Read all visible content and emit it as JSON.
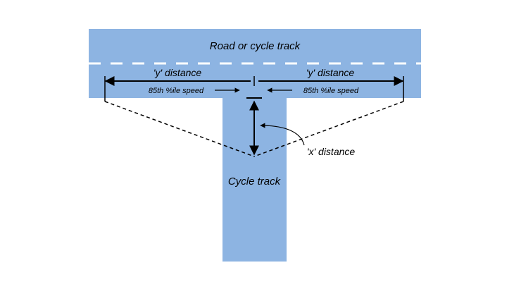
{
  "labels": {
    "road": "Road or cycle track",
    "y_left": "'y' distance",
    "y_right": "'y' distance",
    "speed_left": "85th %ile speed",
    "speed_right": "85th %ile speed",
    "x_distance": "'x' distance",
    "cycle_track": "Cycle track"
  },
  "colors": {
    "road_fill": "#8db4e2",
    "lane_marking": "#ffffff",
    "lines": "#000000"
  }
}
